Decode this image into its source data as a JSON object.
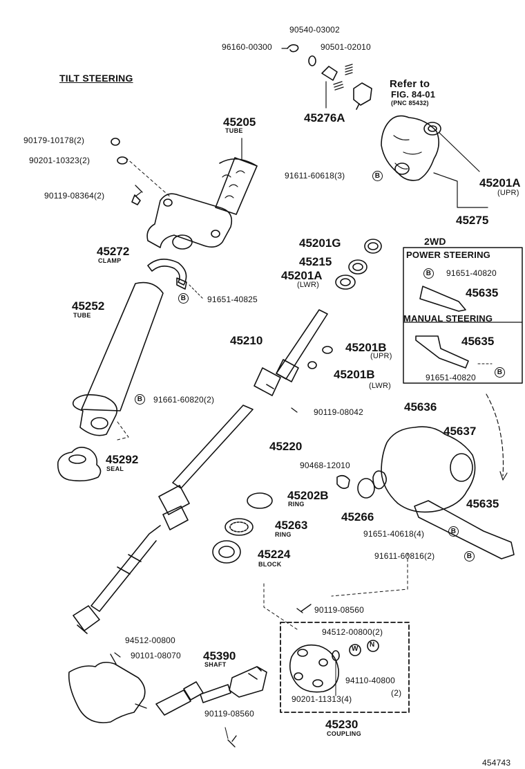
{
  "title": "TILT STEERING",
  "figure_id": "454743",
  "refer": {
    "line1": "Refer to",
    "line2": "FIG. 84-01",
    "line3": "(PNC 85432)"
  },
  "boxes": {
    "power": {
      "wd": "2WD",
      "header": "POWER STEERING",
      "bolt": "91651-40820",
      "part": "45635"
    },
    "manual": {
      "header": "MANUAL STEERING",
      "part": "45635",
      "bolt": "91651-40820"
    }
  },
  "parts": {
    "p90540": "90540-03002",
    "p96160": "96160-00300",
    "p90501": "90501-02010",
    "p45276A": "45276A",
    "p45205": "45205",
    "p45205_sub": "TUBE",
    "p90179": "90179-10178(2)",
    "p90201a": "90201-10323(2)",
    "p90119a": "90119-08364(2)",
    "p91611a": "91611-60618(3)",
    "p45201A_upr": "45201A",
    "p45201A_upr_sub": "(UPR)",
    "p45275": "45275",
    "p45272": "45272",
    "p45272_sub": "CLAMP",
    "p91651a": "91651-40825",
    "p45252": "45252",
    "p45252_sub": "TUBE",
    "p45201G": "45201G",
    "p45215": "45215",
    "p45201A_lwr": "45201A",
    "p45201A_lwr_sub": "(LWR)",
    "p45210": "45210",
    "p45201B_upr": "45201B",
    "p45201B_upr_sub": "(UPR)",
    "p45201B_lwr": "45201B",
    "p45201B_lwr_sub": "(LWR)",
    "p91661": "91661-60820(2)",
    "p90119b": "90119-08042",
    "p45220": "45220",
    "p45292": "45292",
    "p45292_sub": "SEAL",
    "p45636": "45636",
    "p45637": "45637",
    "p90468": "90468-12010",
    "p45202B": "45202B",
    "p45202B_sub": "RING",
    "p45266": "45266",
    "p45263": "45263",
    "p45263_sub": "RING",
    "p45635": "45635",
    "p91651b": "91651-40618(4)",
    "p45224": "45224",
    "p45224_sub": "BLOCK",
    "p91611b": "91611-60816(2)",
    "p90119c": "90119-08560",
    "p94512a": "94512-00800",
    "p94512b": "94512-00800(2)",
    "p90101": "90101-08070",
    "p45390": "45390",
    "p45390_sub": "SHAFT",
    "p94110": "94110-40800",
    "p94110_qty": "(2)",
    "p90201b": "90201-11313(4)",
    "p90119d": "90119-08560",
    "p45230": "45230",
    "p45230_sub": "COUPLING"
  },
  "marks": {
    "b": "B",
    "w": "W",
    "n": "N"
  }
}
